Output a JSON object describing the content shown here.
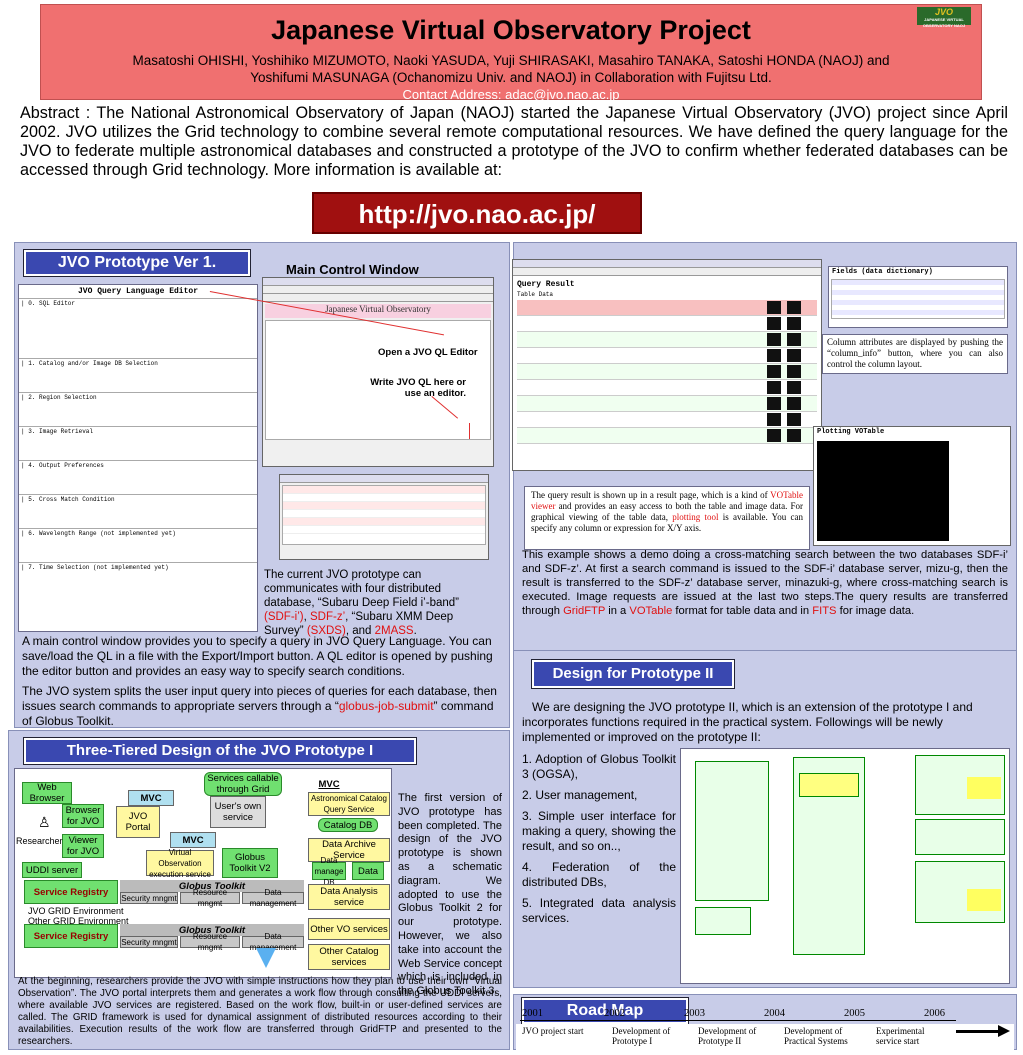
{
  "header": {
    "title": "Japanese Virtual Observatory Project",
    "authors_line1": "Masatoshi OHISHI, Yoshihiko MIZUMOTO, Naoki YASUDA, Yuji SHIRASAKI, Masahiro TANAKA, Satoshi HONDA (NAOJ) and",
    "authors_line2": "Yoshifumi MASUNAGA (Ochanomizu Univ. and NAOJ)  in Collaboration with Fujitsu Ltd.",
    "contact": "Contact Address: adac@jvo.nao.ac.jp",
    "logo_text": "JVO",
    "logo_sub": "JAPANESE VIRTUAL OBSERVATORY NAOJ"
  },
  "abstract": "Abstract : The National Astronomical Observatory of Japan (NAOJ) started the Japanese Virtual Observatory (JVO) project since April 2002. JVO utilizes the Grid technology to combine several remote  computational resources. We have defined the query language for the JVO to federate multiple astronomical databases and constructed a prototype of the JVO to confirm whether federated databases can be accessed through Grid technology. More information is available at:",
  "url": "http://jvo.nao.ac.jp/",
  "prototype1": {
    "title": "JVO Prototype Ver 1.",
    "main_control_label": "Main Control Window",
    "editor_title": "JVO Query Language Editor",
    "editor_sections": [
      "0. SQL Editor",
      "1. Catalog and/or Image DB Selection",
      "2. Region Selection",
      "3. Image Retrieval",
      "4. Output Preferences",
      "5. Cross Match Condition",
      "6. Wavelength Range (not implemented yet)",
      "7. Time Selection (not implemented yet)"
    ],
    "mcw_title": "Japanese Virtual Observatory",
    "callout_open": "Open a JVO QL Editor",
    "callout_write_1": "Write JVO QL here or",
    "callout_write_2": "use an editor.",
    "desc_current": [
      "The current JVO prototype can",
      "communicates with four distributed",
      "database, “Subaru Deep Field i’-band”"
    ],
    "desc_current_sdfi": "(SDF-i’)",
    "desc_current_sdfz": "SDF-z’",
    "desc_current_xmm": ", “Subaru XMM Deep",
    "desc_current_survey": "Survey”",
    "desc_current_sxds": "(SXDS)",
    "desc_current_and": ", and",
    "desc_current_2mass": "2MASS",
    "para1": "A main control window provides you to specify a query in JVO Query Language. You can save/load the QL in a file with the Export/Import button. A QL editor is opened by pushing the editor button and provides an easy way to specify search conditions.",
    "para2_a": "The JVO system splits the user input query into pieces of queries for each database, then issues search commands to appropriate servers through a “",
    "para2_red": "globus-job-submit",
    "para2_b": "” command of Globus Toolkit."
  },
  "query_result": {
    "title": "Query Result",
    "table_label": "Table Data",
    "fields_title": "Fields (data dictionary)",
    "column_caption": "Column attributes are displayed by pushing the “column_info” button, where you can also control the column layout.",
    "plot_title": "Plotting VOTable",
    "caption_a": "The query result is shown up in a result page, which is a kind of ",
    "caption_red1": "VOTable viewer",
    "caption_b": " and provides an easy access to both the table and image data.  For graphical viewing of the table data, ",
    "caption_red2": "plotting tool",
    "caption_c": " is available. You can specify any column or expression for X/Y axis.",
    "example_a": "This example shows a demo doing a cross-matching search between the two databases SDF-i’ and SDF-z’. At first a search command is issued to the SDF-i’ database server, mizu-g, then the result is transferred to the SDF-z’ database server, minazuki-g, where cross-matching search is executed. Image requests are issued at the last two steps.The query results are transferred through ",
    "example_red1": "GridFTP",
    "example_b": " in a ",
    "example_red2": "VOTable",
    "example_c": " format for table data and in ",
    "example_red3": "FITS",
    "example_d": " for image data."
  },
  "design2": {
    "title": "Design for Prototype II",
    "intro": "We are designing the JVO prototype II, which is an extension of the prototype I and incorporates functions required in the practical system. Followings will be newly implemented or improved on the prototype II:",
    "items": [
      "1.  Adoption of Globus Toolkit 3 (OGSA),",
      "2. User management,",
      "3. Simple user interface for making a query, showing the result, and so on..,",
      "4.   Federation of the distributed DBs,",
      "5.    Integrated    data analysis services."
    ]
  },
  "three_tier": {
    "title": "Three-Tiered Design of the JVO Prototype I",
    "desc": "The first version of JVO prototype has been completed. The design of the JVO prototype is shown as a schematic diagram. We adopted to use the Globus Toolkit 2 for our prototype. However, we also take into account the Web Service concept which is included in the Globus Toolkit 3.",
    "bottom": "At the beginning, researchers provide the JVO with simple instructions how they plan to use their own “Virtual Observation”.  The JVO portal interprets them and generates a work flow through consulting the UDDI servers, where available JVO services are registered.  Based on the work flow, built-in or user-defined services are called.  The GRID framework is used for dynamical assignment of distributed resources according to their availabilities.  Execution results of the work flow are transferred through GridFTP and presented to the researchers.",
    "nodes": {
      "web_browser": "Web Browser",
      "browser_jvo": "Browser for JVO",
      "viewer_jvo": "Viewer for JVO",
      "researcher": "Researcher",
      "uddi": "UDDI server",
      "mvc": "MVC",
      "jvo_portal": "JVO Portal",
      "services_callable": "Services callable through Grid",
      "users_own": "User's own service",
      "vo_exec": "Virtual Observation execution service",
      "globus_v2": "Globus Toolkit V2",
      "service_registry": "Service Registry",
      "globus_toolkit": "Globus Toolkit",
      "security": "Security mngmt",
      "resource": "Resource mngmt",
      "data_mgmt": "Data management",
      "grid_env": "JVO GRID Environment",
      "other_grid": "Other GRID Environment",
      "astro_catalog": "Astronomical Catalog Query Service",
      "catalog_db": "Catalog DB",
      "data_archive": "Data Archive Service",
      "data_manage": "Data manage DB",
      "data": "Data",
      "data_analysis": "Data Analysis service",
      "other_vo": "Other VO services",
      "other_catalog": "Other Catalog services"
    }
  },
  "roadmap": {
    "title": "Road Map",
    "years": [
      "2001",
      "2002",
      "2003",
      "2004",
      "2005",
      "2006"
    ],
    "milestones": [
      "JVO project start",
      "Development of Prototype I",
      "Development of Prototype II",
      "Development of Practical Systems",
      "Experimental service start"
    ]
  }
}
